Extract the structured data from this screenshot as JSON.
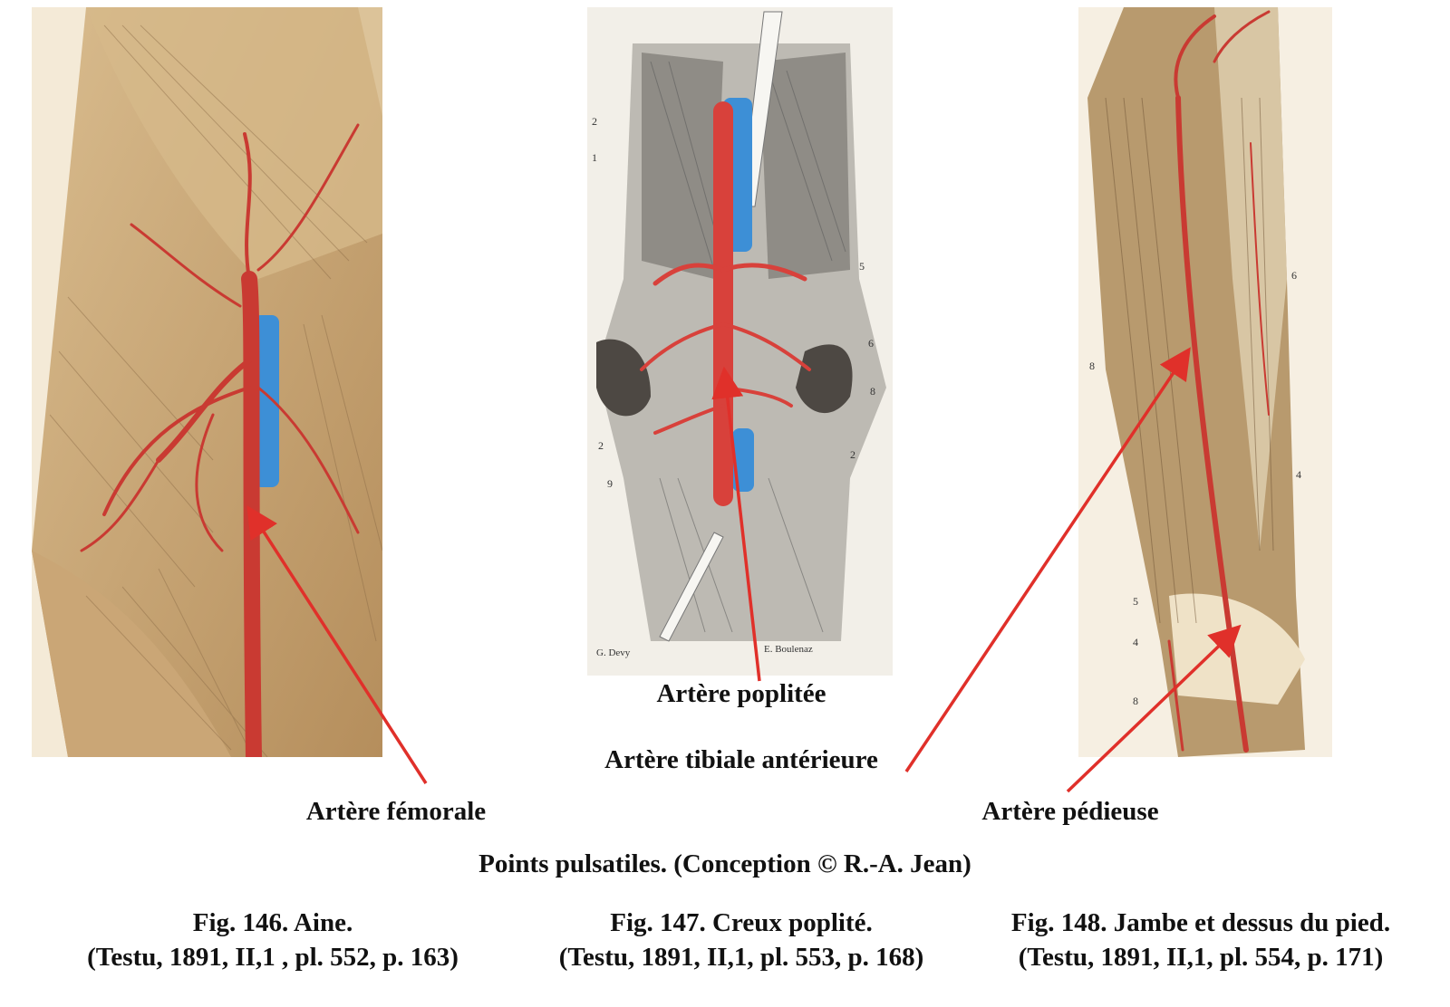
{
  "labels": {
    "femorale": "Artère fémorale",
    "poplitee": "Artère poplitée",
    "tibiale": "Artère tibiale antérieure",
    "pedieuse": "Artère pédieuse"
  },
  "title": "Points pulsatiles. (Conception © R.-A. Jean)",
  "figures": [
    {
      "caption": "Fig. 146. Aine.",
      "source": "(Testu, 1891, II,1 , pl. 552, p. 163)"
    },
    {
      "caption": "Fig. 147. Creux poplité.",
      "source": "(Testu, 1891, II,1, pl. 553, p. 168)"
    },
    {
      "caption": "Fig. 148. Jambe et dessus du pied.",
      "source": "(Testu, 1891, II,1, pl. 554, p. 171)"
    }
  ],
  "plate_markers": {
    "fig147": [
      "2",
      "1",
      "5",
      "6",
      "8",
      "2",
      "2",
      "9"
    ],
    "fig148": [
      "6",
      "8",
      "4",
      "5",
      "4",
      "8"
    ]
  },
  "signatures": [
    "G. Devy",
    "E. Boulenaz"
  ],
  "colors": {
    "artery": "#d8413b",
    "vein": "#3d8fd6",
    "muscle": "#c9a77a",
    "arrow": "#e0302a"
  }
}
